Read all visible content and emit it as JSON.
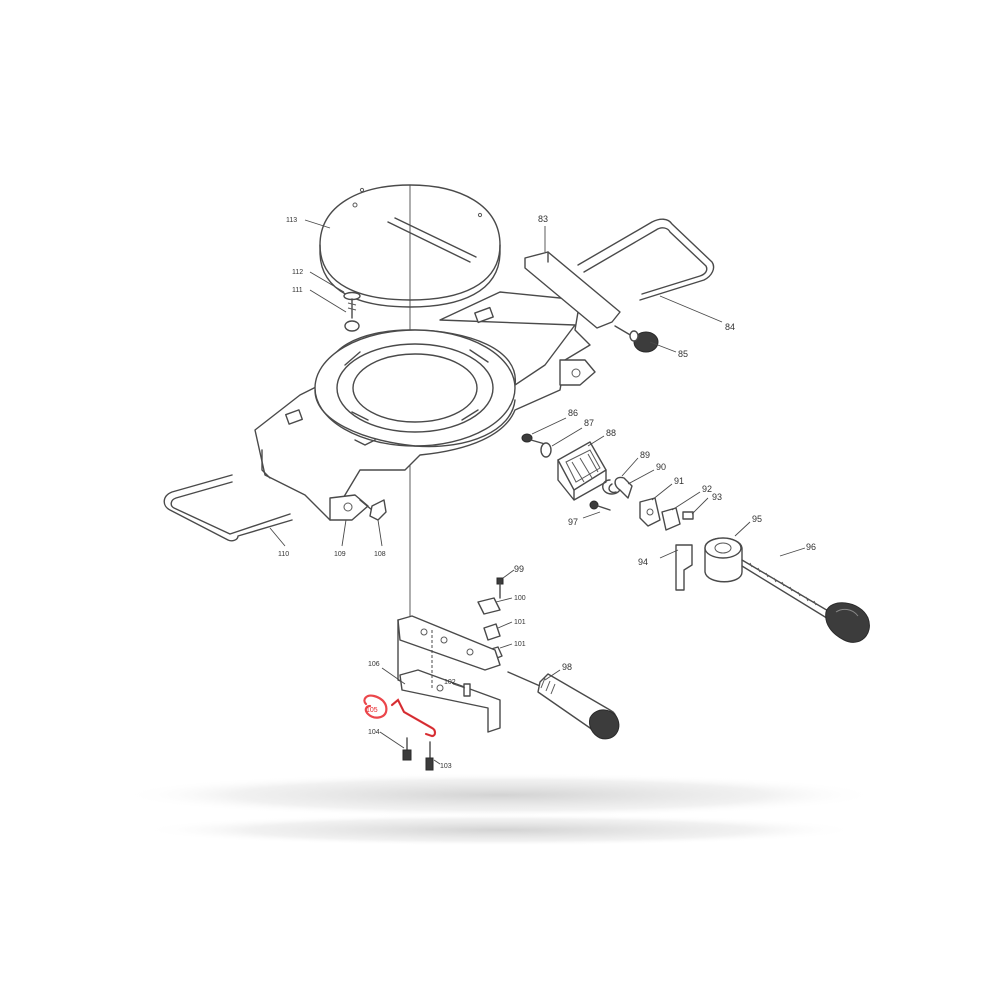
{
  "diagram": {
    "highlight_color": "#e8262b",
    "line_color": "#4a4a4a",
    "shadow_color": "#cfcfcf",
    "callouts": [
      {
        "id": "c83",
        "text": "83"
      },
      {
        "id": "c84",
        "text": "84"
      },
      {
        "id": "c85",
        "text": "85"
      },
      {
        "id": "c86",
        "text": "86"
      },
      {
        "id": "c87",
        "text": "87"
      },
      {
        "id": "c88",
        "text": "88"
      },
      {
        "id": "c89",
        "text": "89"
      },
      {
        "id": "c90",
        "text": "90"
      },
      {
        "id": "c91",
        "text": "91"
      },
      {
        "id": "c92",
        "text": "92"
      },
      {
        "id": "c93",
        "text": "93"
      },
      {
        "id": "c94",
        "text": "94"
      },
      {
        "id": "c95",
        "text": "95"
      },
      {
        "id": "c96",
        "text": "96"
      },
      {
        "id": "c97",
        "text": "97"
      },
      {
        "id": "c98",
        "text": "98"
      },
      {
        "id": "c99",
        "text": "99"
      },
      {
        "id": "c100",
        "text": "100"
      },
      {
        "id": "c101a",
        "text": "101"
      },
      {
        "id": "c101b",
        "text": "101"
      },
      {
        "id": "c102",
        "text": "102"
      },
      {
        "id": "c103",
        "text": "103"
      },
      {
        "id": "c104",
        "text": "104"
      },
      {
        "id": "c105",
        "text": "105"
      },
      {
        "id": "c106",
        "text": "106"
      },
      {
        "id": "c108",
        "text": "108"
      },
      {
        "id": "c109",
        "text": "109"
      },
      {
        "id": "c110",
        "text": "110"
      },
      {
        "id": "c111",
        "text": "111"
      },
      {
        "id": "c112",
        "text": "112"
      },
      {
        "id": "c113",
        "text": "113"
      }
    ]
  }
}
